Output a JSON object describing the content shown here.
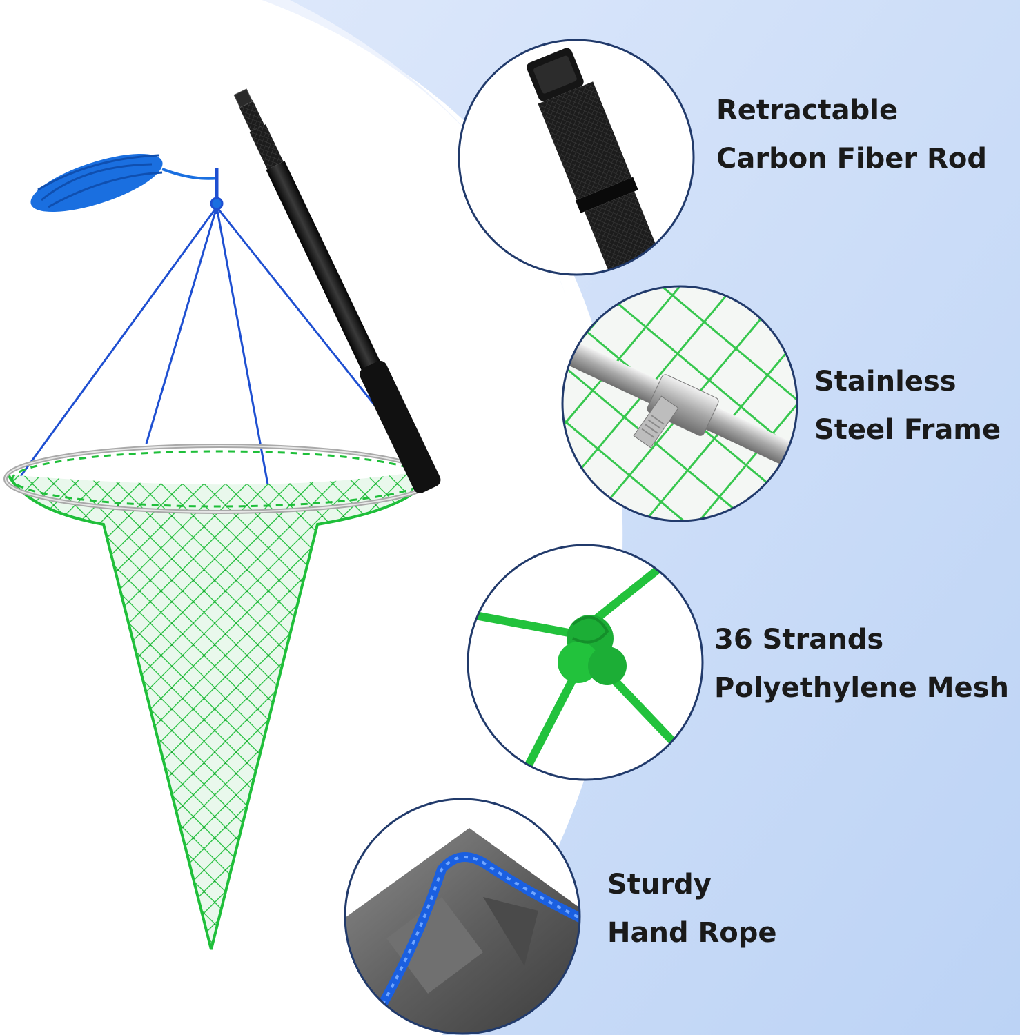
{
  "features": [
    {
      "line1": "Retractable",
      "line2": "Carbon Fiber Rod",
      "icon": "carbon-rod-closeup"
    },
    {
      "line1": "Stainless",
      "line2": "Steel Frame",
      "icon": "steel-frame-closeup"
    },
    {
      "line1": "36 Strands",
      "line2": "Polyethylene Mesh",
      "icon": "mesh-knot-closeup"
    },
    {
      "line1": "Sturdy",
      "line2": "Hand Rope",
      "icon": "hand-rope-closeup"
    }
  ],
  "colors": {
    "background_left": "#ffffff",
    "background_right": "#c9dcf7",
    "circle_border": "#213a6b",
    "net_green": "#1fbf3a",
    "rope_blue": "#1a6fe0",
    "rod_black": "#151515",
    "frame_steel": "#b9b9b9"
  }
}
